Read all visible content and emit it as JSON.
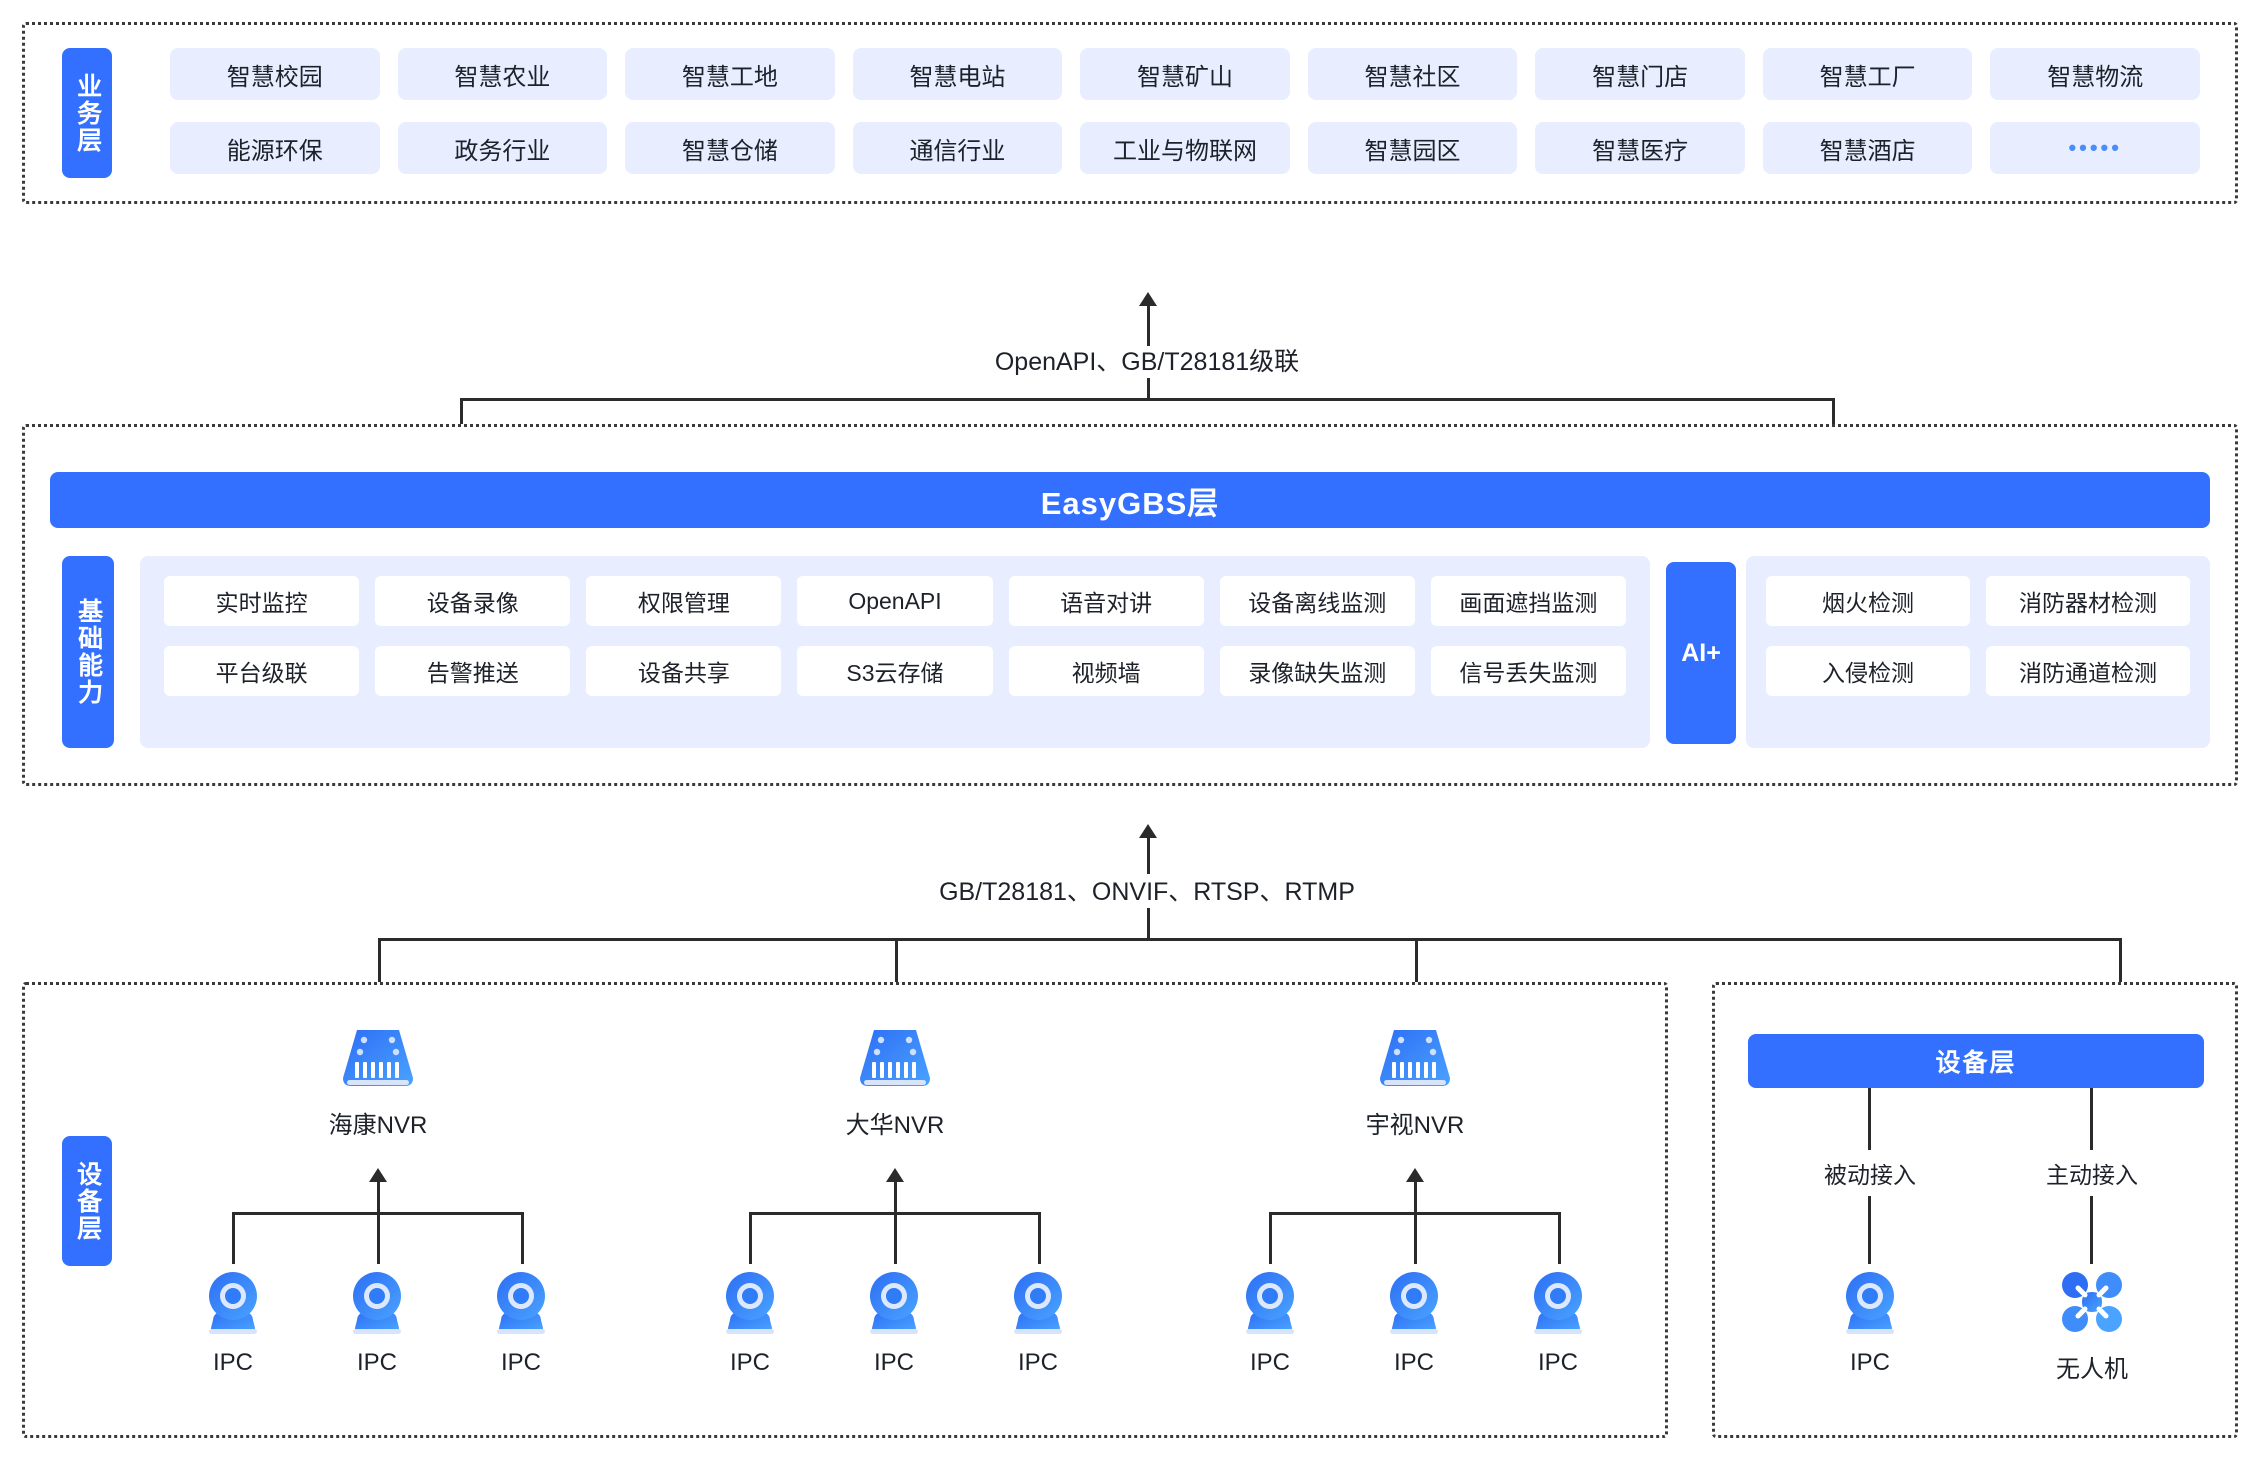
{
  "business_layer": {
    "tab_label": "业务层",
    "items": [
      "智慧校园",
      "智慧农业",
      "智慧工地",
      "智慧电站",
      "智慧矿山",
      "智慧社区",
      "智慧门店",
      "智慧工厂",
      "智慧物流",
      "能源环保",
      "政务行业",
      "智慧仓储",
      "通信行业",
      "工业与物联网",
      "智慧园区",
      "智慧医疗",
      "智慧酒店",
      "•••••"
    ]
  },
  "connector_top": {
    "label": "OpenAPI、GB/T28181级联"
  },
  "platform_layer": {
    "title": "EasyGBS层",
    "tab_label": "基础能力",
    "capabilities": [
      "实时监控",
      "设备录像",
      "权限管理",
      "OpenAPI",
      "语音对讲",
      "设备离线监测",
      "画面遮挡监测",
      "平台级联",
      "告警推送",
      "设备共享",
      "S3云存储",
      "视频墙",
      "录像缺失监测",
      "信号丢失监测"
    ],
    "ai": {
      "tab_label": "AI+",
      "items": [
        "烟火检测",
        "消防器材检测",
        "入侵检测",
        "消防通道检测"
      ]
    }
  },
  "connector_bottom": {
    "label": "GB/T28181、ONVIF、RTSP、RTMP"
  },
  "device_layer_left": {
    "tab_label": "设备层",
    "nvrs": [
      {
        "name": "海康NVR",
        "icon": "nvr-icon",
        "children": [
          "IPC",
          "IPC",
          "IPC"
        ]
      },
      {
        "name": "大华NVR",
        "icon": "nvr-icon",
        "children": [
          "IPC",
          "IPC",
          "IPC"
        ]
      },
      {
        "name": "宇视NVR",
        "icon": "nvr-icon",
        "children": [
          "IPC",
          "IPC",
          "IPC"
        ]
      }
    ]
  },
  "device_layer_right": {
    "title": "设备层",
    "branches": [
      {
        "label": "被动接入",
        "device": "IPC",
        "icon": "camera-icon"
      },
      {
        "label": "主动接入",
        "device": "无人机",
        "icon": "drone-icon"
      }
    ]
  },
  "colors": {
    "brand_blue": "#3370ff",
    "chip_bg": "#e8eeff",
    "panel_bg": "#e8eeff",
    "line": "#2b2b2b",
    "text": "#1d2129",
    "dots_blue": "#4a8df8"
  }
}
